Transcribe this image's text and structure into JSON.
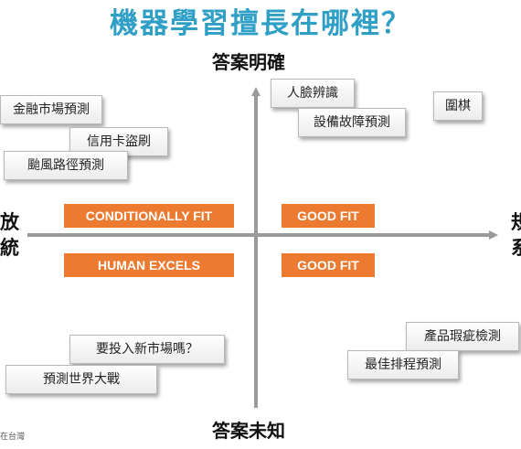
{
  "title": "機器學習擅長在哪裡？",
  "axes": {
    "top": "答案明確",
    "bottom": "答案未知",
    "left": [
      "放",
      "統"
    ],
    "right": [
      "規",
      "系"
    ]
  },
  "quadrant_labels": {
    "top_left": "CONDITIONALLY FIT",
    "top_right": "GOOD FIT",
    "bottom_left": "HUMAN EXCELS",
    "bottom_right": "GOOD FIT"
  },
  "notes": {
    "financial": "金融市場預測",
    "credit_card": "信用卡盜刷",
    "typhoon": "颱風路徑預測",
    "face": "人臉辨識",
    "equipment": "設備故障預測",
    "go": "圍棋",
    "new_market": "要投入新市場嗎？",
    "world_war": "預測世界大戰",
    "defect": "產品瑕疵檢測",
    "scheduling": "最佳排程預測"
  },
  "footnote": "在台灣",
  "colors": {
    "title": "#2f9fc6",
    "fit_box": "#ec7a30",
    "axis": "#9a9a9a"
  }
}
